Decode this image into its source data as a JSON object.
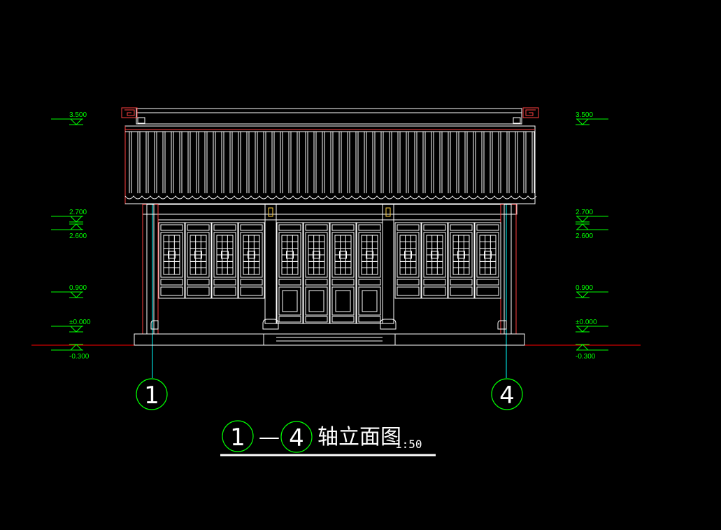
{
  "drawing": {
    "title_axis_start": "1",
    "title_dash": "—",
    "title_axis_end": "4",
    "title_text": "轴立面图",
    "scale": "1:50"
  },
  "axes": [
    {
      "label": "1"
    },
    {
      "label": "4"
    }
  ],
  "levels_left": [
    "3.500",
    "2.700",
    "2.600",
    "0.900",
    "±0.000",
    "-0.300"
  ],
  "levels_right": [
    "3.500",
    "2.700",
    "2.600",
    "0.900",
    "±0.000",
    "-0.300"
  ],
  "colors": {
    "background": "#000000",
    "linework": "#ffffff",
    "level_marks": "#00ff00",
    "ground_line": "#ff0000",
    "axis_line": "#00ffff"
  }
}
